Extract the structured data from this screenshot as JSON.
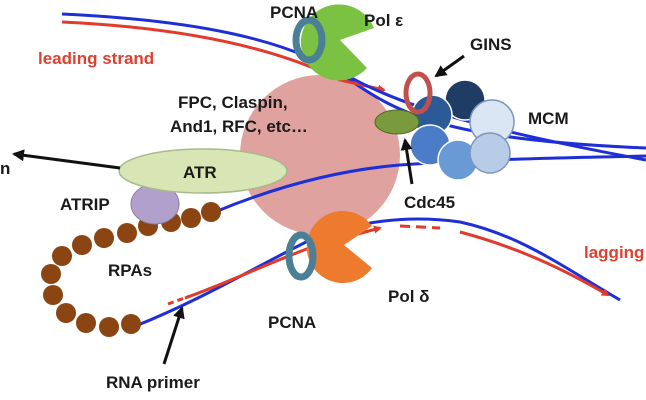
{
  "labels": {
    "leading_strand": "leading strand",
    "lagging_strand": "lagging",
    "pcna_top": "PCNA",
    "pol_epsilon": "Pol ε",
    "gins": "GINS",
    "mcm": "MCM",
    "fpc_line1": "FPC, Claspin,",
    "fpc_line2": "And1, RFC, etc…",
    "atr": "ATR",
    "atr_arrow_text": "n",
    "atrip": "ATRIP",
    "cdc45": "Cdc45",
    "rpas": "RPAs",
    "pcna_bottom": "PCNA",
    "pol_delta": "Pol δ",
    "rna_primer": "RNA primer"
  },
  "colors": {
    "dna_blue": "#1f2fd6",
    "new_strand_red": "#e23a2c",
    "label_red": "#e0402f",
    "pol_epsilon_green": "#7cc242",
    "pol_delta_orange": "#ee7a2e",
    "pcna_teal": "#4a7f95",
    "gins_red": "#c0504d",
    "cdc45_olive": "#7a9a3e",
    "atr_green": "#d7e6b4",
    "atrip_purple": "#b1a0cc",
    "rpa_brown": "#8b4513",
    "hub_pink": "#d9928e",
    "mcm_dark": "#1f3c64",
    "mcm_mid": "#4a7cc7",
    "mcm_light": "#b7cce6"
  }
}
